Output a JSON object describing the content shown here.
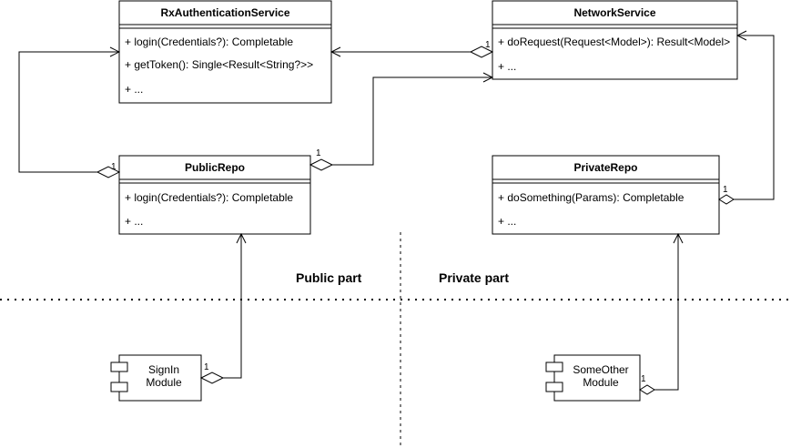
{
  "classes": {
    "rx_auth": {
      "name": "RxAuthenticationService",
      "methods": [
        "+ login(Credentials?): Completable",
        "+ getToken(): Single<Result<String?>>",
        "+ ..."
      ]
    },
    "network": {
      "name": "NetworkService",
      "methods": [
        "+ doRequest(Request<Model>): Result<Model>",
        "+ ..."
      ]
    },
    "public_repo": {
      "name": "PublicRepo",
      "methods": [
        "+ login(Credentials?): Completable",
        "+ ..."
      ]
    },
    "private_repo": {
      "name": "PrivateRepo",
      "methods": [
        "+ doSomething(Params): Completable",
        "+ ..."
      ]
    }
  },
  "modules": {
    "signin": {
      "line1": "SignIn",
      "line2": "Module"
    },
    "someother": {
      "line1": "SomeOther",
      "line2": "Module"
    }
  },
  "regions": {
    "public": "Public part",
    "private": "Private part"
  },
  "multiplicity": {
    "network_to_rx": "1",
    "public_to_rx": "1",
    "public_to_network": "1",
    "private_to_network": "1",
    "signin_to_public": "1",
    "someother_to_private": "1"
  }
}
